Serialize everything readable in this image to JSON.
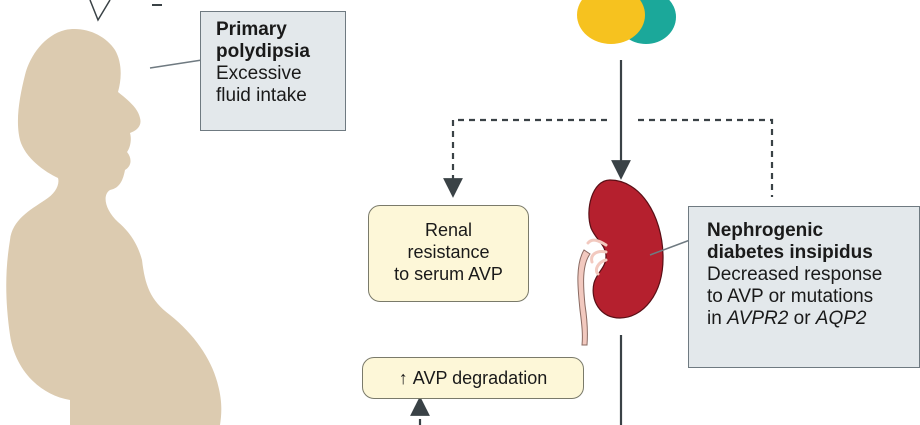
{
  "polydipsia_callout": {
    "title_line1": "Primary",
    "title_line2": "polydipsia",
    "desc_line1": "Excessive",
    "desc_line2": "fluid intake"
  },
  "renal_box": {
    "line1": "Renal",
    "line2": "resistance",
    "line3": "to serum AVP"
  },
  "degradation_box": {
    "arrow": "↑",
    "label": "AVP degradation"
  },
  "ndi_callout": {
    "title_line1": "Nephrogenic",
    "title_line2": "diabetes insipidus",
    "desc_line1": "Decreased response",
    "desc_line2": "to AVP or mutations",
    "desc_line3_prefix": "in ",
    "gene1": "AVPR2",
    "desc_line3_mid": " or ",
    "gene2": "AQP2"
  },
  "colors": {
    "silhouette": "#dccbb0",
    "callout_fill": "#e3e8eb",
    "callout_border": "#6f7a81",
    "box_fill": "#fdf7d8",
    "kidney": "#b5202e",
    "ureter": "#f2c9bf",
    "gland_yellow": "#f6c21f",
    "gland_teal": "#1ba89a",
    "arrow": "#3a4246"
  }
}
